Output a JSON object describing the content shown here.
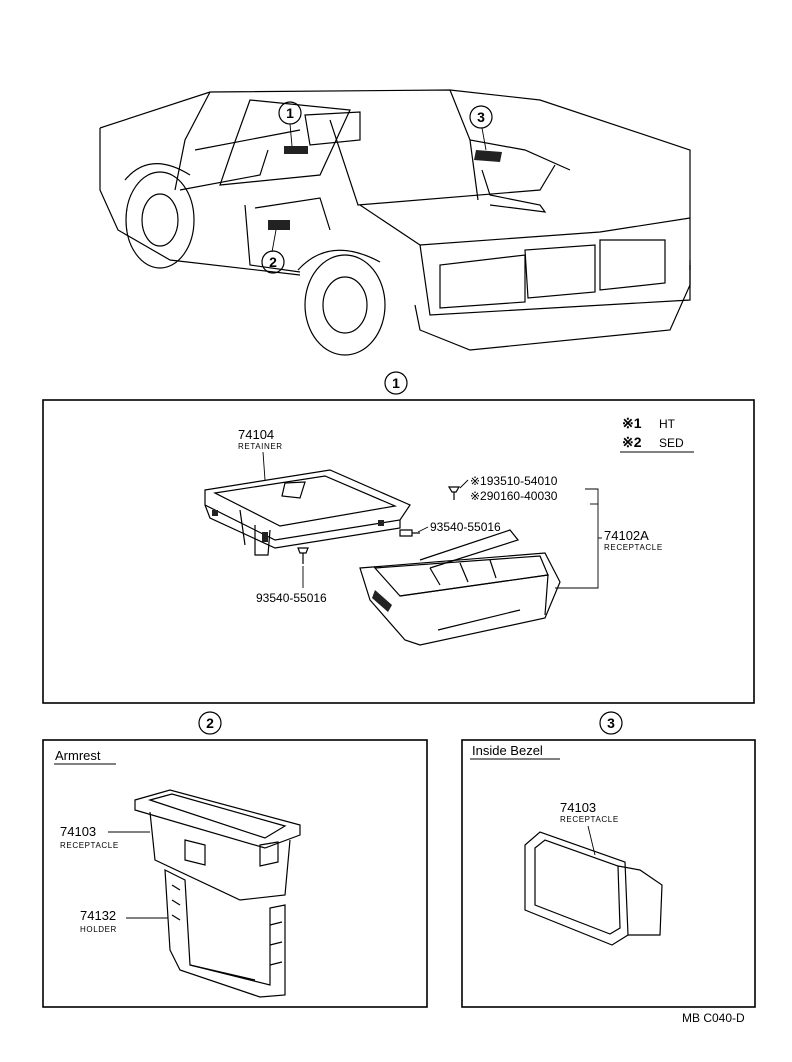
{
  "callouts": {
    "top_1": "1",
    "top_2": "2",
    "top_3": "3",
    "sec1": "1",
    "sec2": "2",
    "sec3": "3"
  },
  "legend": {
    "m1_mark": "※1",
    "m1_text": "HT",
    "m2_mark": "※2",
    "m2_text": "SED"
  },
  "section1": {
    "retainer_pn": "74104",
    "retainer_label": "RETAINER",
    "screw1_pn": "※193510-54010",
    "screw2_pn": "※290160-40030",
    "screw_right_pn": "93540-55016",
    "screw_left_pn": "93540-55016",
    "receptacle_pn": "74102A",
    "receptacle_label": "RECEPTACLE"
  },
  "section2": {
    "title": "Armrest",
    "receptacle_pn": "74103",
    "receptacle_label": "RECEPTACLE",
    "holder_pn": "74132",
    "holder_label": "HOLDER"
  },
  "section3": {
    "title": "Inside Bezel",
    "receptacle_pn": "74103",
    "receptacle_label": "RECEPTACLE"
  },
  "footer": {
    "code": "MB C040-D"
  }
}
